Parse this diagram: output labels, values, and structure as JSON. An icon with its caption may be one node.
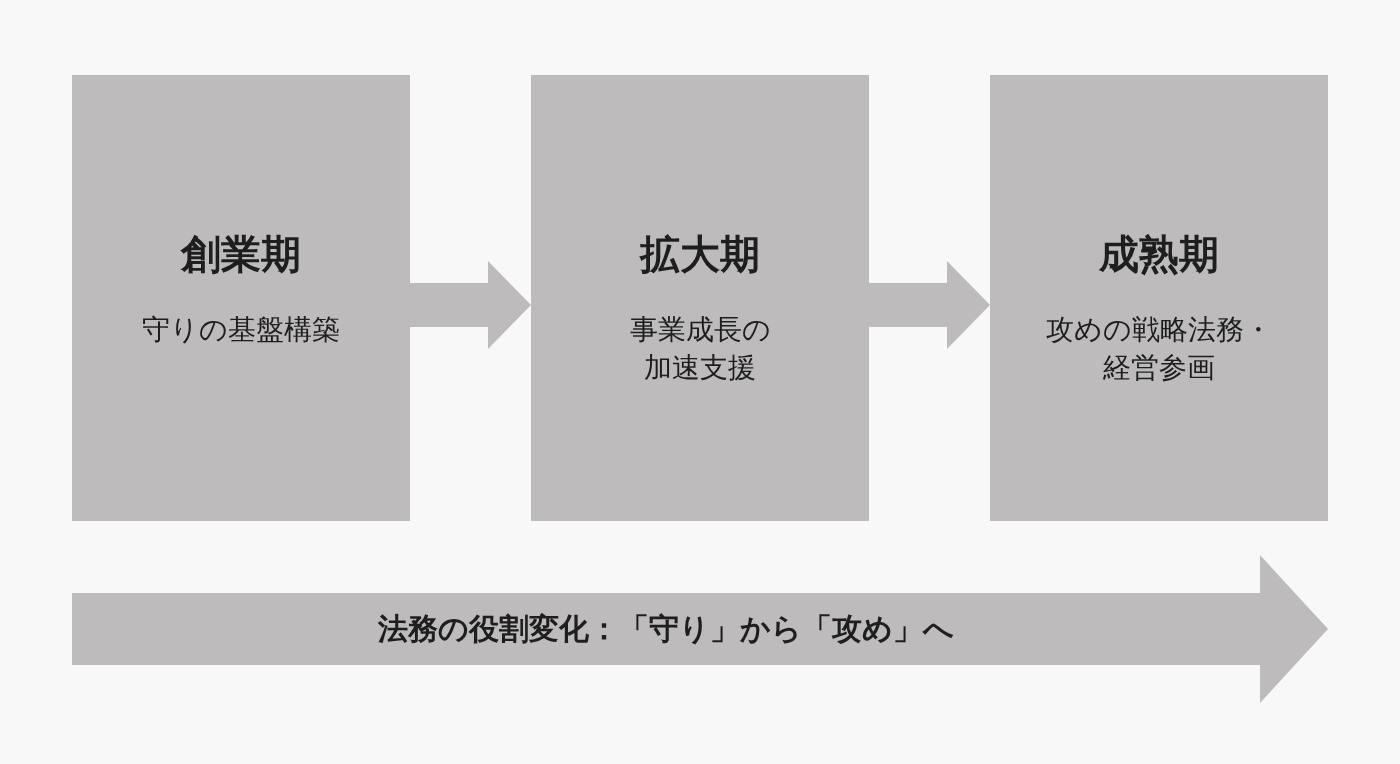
{
  "diagram": {
    "nodes": [
      {
        "text": [
          "創業期",
          "守りの基盤構築"
        ]
      },
      {
        "text": [
          "拡大期",
          "事業成長の加速支援"
        ]
      },
      {
        "text": [
          "成熟期",
          "攻めの戦略法務・経営参画"
        ]
      },
      {
        "text": [
          "法務の役割変化：「守り」から「攻め」へ"
        ]
      }
    ],
    "edges": [
      {
        "from": 0,
        "to": 1,
        "arrow": "to"
      },
      {
        "from": 1,
        "to": 2,
        "arrow": "to"
      }
    ]
  }
}
